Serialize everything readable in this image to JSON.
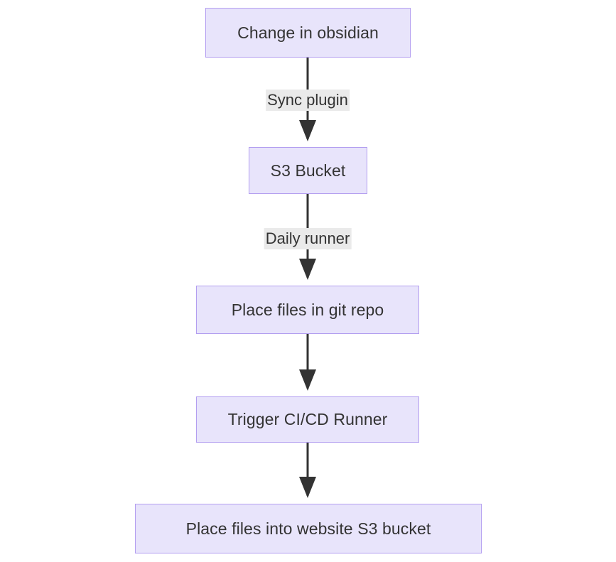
{
  "diagram": {
    "type": "flowchart",
    "direction": "top-to-bottom",
    "colors": {
      "node_fill": "#e8e4fb",
      "node_border": "#b39ef0",
      "node_text": "#333333",
      "edge_stroke": "#333333",
      "edge_label_background": "#eaeaea",
      "canvas_background": "#ffffff"
    },
    "nodes": [
      {
        "id": "n1",
        "label": "Change in obsidian"
      },
      {
        "id": "n2",
        "label": "S3 Bucket"
      },
      {
        "id": "n3",
        "label": "Place files in git repo"
      },
      {
        "id": "n4",
        "label": "Trigger CI/CD Runner"
      },
      {
        "id": "n5",
        "label": "Place files into website S3 bucket"
      }
    ],
    "edges": [
      {
        "from": "n1",
        "to": "n2",
        "label": "Sync plugin"
      },
      {
        "from": "n2",
        "to": "n3",
        "label": "Daily runner"
      },
      {
        "from": "n3",
        "to": "n4",
        "label": ""
      },
      {
        "from": "n4",
        "to": "n5",
        "label": ""
      }
    ]
  }
}
